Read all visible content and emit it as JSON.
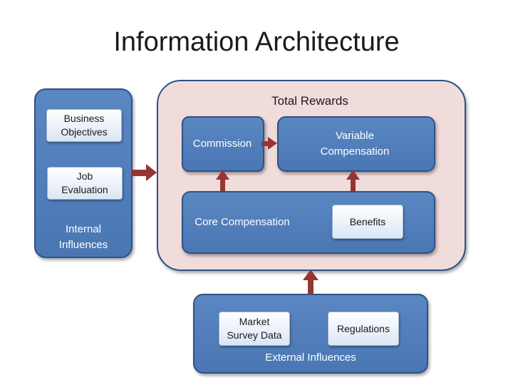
{
  "title": "Information Architecture",
  "total_rewards": {
    "label": "Total Rewards",
    "commission": "Commission",
    "variable_compensation": "Variable\nCompensation",
    "core_compensation": "Core Compensation",
    "benefits": "Benefits"
  },
  "left_panel": {
    "business_objectives": "Business\nObjectives",
    "job_evaluation": "Job\nEvaluation",
    "internal_influences": "Internal\nInfluences"
  },
  "external_panel": {
    "market_survey_data": "Market\nSurvey Data",
    "regulations": "Regulations",
    "label": "External Influences"
  },
  "colors": {
    "blue_panel": "#4f7dbb",
    "pink_panel": "#f1dcdc",
    "arrow": "#963634"
  }
}
